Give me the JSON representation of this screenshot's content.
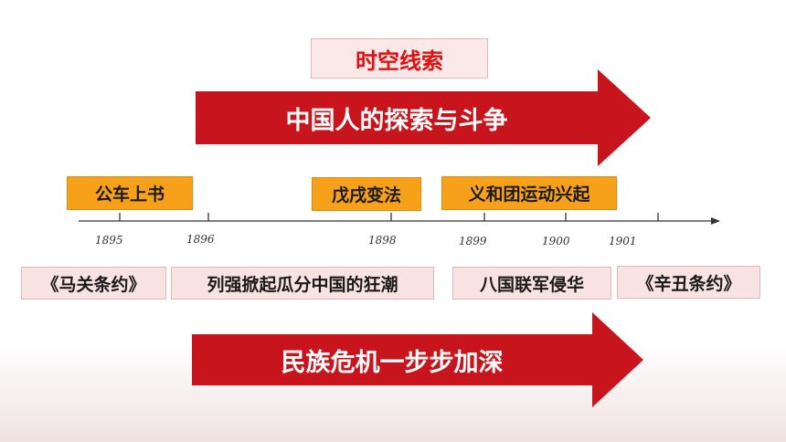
{
  "title": "时空线索",
  "top_arrow": {
    "label": "中国人的探索与斗争",
    "color": "#c8141c"
  },
  "bottom_arrow": {
    "label": "民族危机一步步加深",
    "color": "#c8141c"
  },
  "events": [
    "公车上书",
    "戊戌变法",
    "义和团运动兴起"
  ],
  "years": [
    "1895",
    "1896",
    "1898",
    "1899",
    "1900",
    "1901"
  ],
  "results": [
    "《马关条约》",
    "列强掀起瓜分中国的狂潮",
    "八国联军侵华",
    "《辛丑条约》"
  ],
  "colors": {
    "accent_red": "#e01010",
    "event_fill": "#f7a11a",
    "result_fill": "#f8e2e2"
  }
}
